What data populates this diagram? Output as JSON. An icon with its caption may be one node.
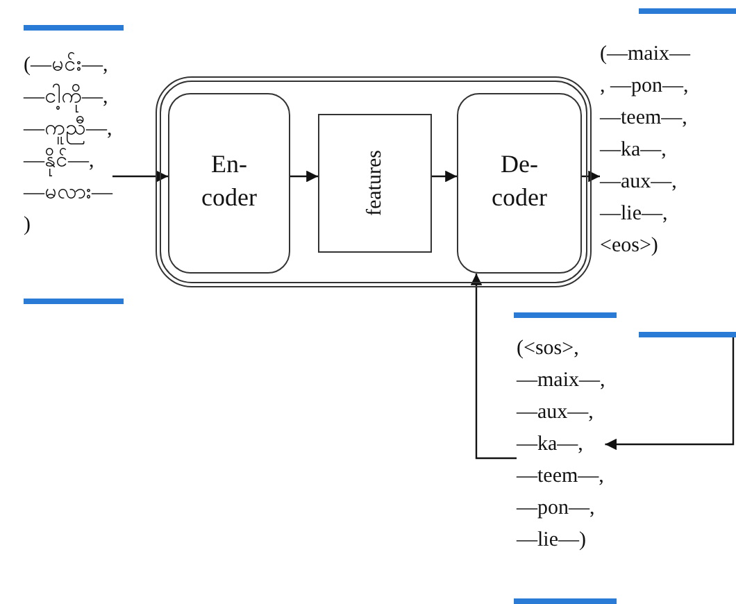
{
  "diagram": {
    "nodes": [
      {
        "text": [
          "(—မင်း—, —ငါ့ကို—, —ကူညီ—, —နိုင်—, —မလား— )"
        ]
      },
      {
        "text": [],
        "shape": "box"
      },
      {
        "text": [
          "En- coder"
        ],
        "in": 1
      },
      {
        "text": [
          "features"
        ],
        "in": 1
      },
      {
        "text": [
          "De- coder"
        ],
        "in": 1
      },
      {
        "text": [
          "(—maix— , —pon—, —teem—, —ka—, —aux—, —lie—, <eos>)"
        ]
      },
      {
        "text": [
          "(<sos>, —maix—, —aux—, —ka—, —teem—, —pon—, —lie—)"
        ]
      }
    ],
    "edges": [
      {
        "from": 0,
        "to": 2,
        "arrow": "to"
      },
      {
        "from": 2,
        "to": 3,
        "arrow": "to"
      },
      {
        "from": 3,
        "to": 4,
        "arrow": "to"
      },
      {
        "from": 4,
        "to": 5,
        "arrow": "to"
      },
      {
        "from": 6,
        "to": 4,
        "arrow": "to"
      },
      {
        "from": null,
        "to": 6,
        "arrow": "to"
      }
    ]
  }
}
